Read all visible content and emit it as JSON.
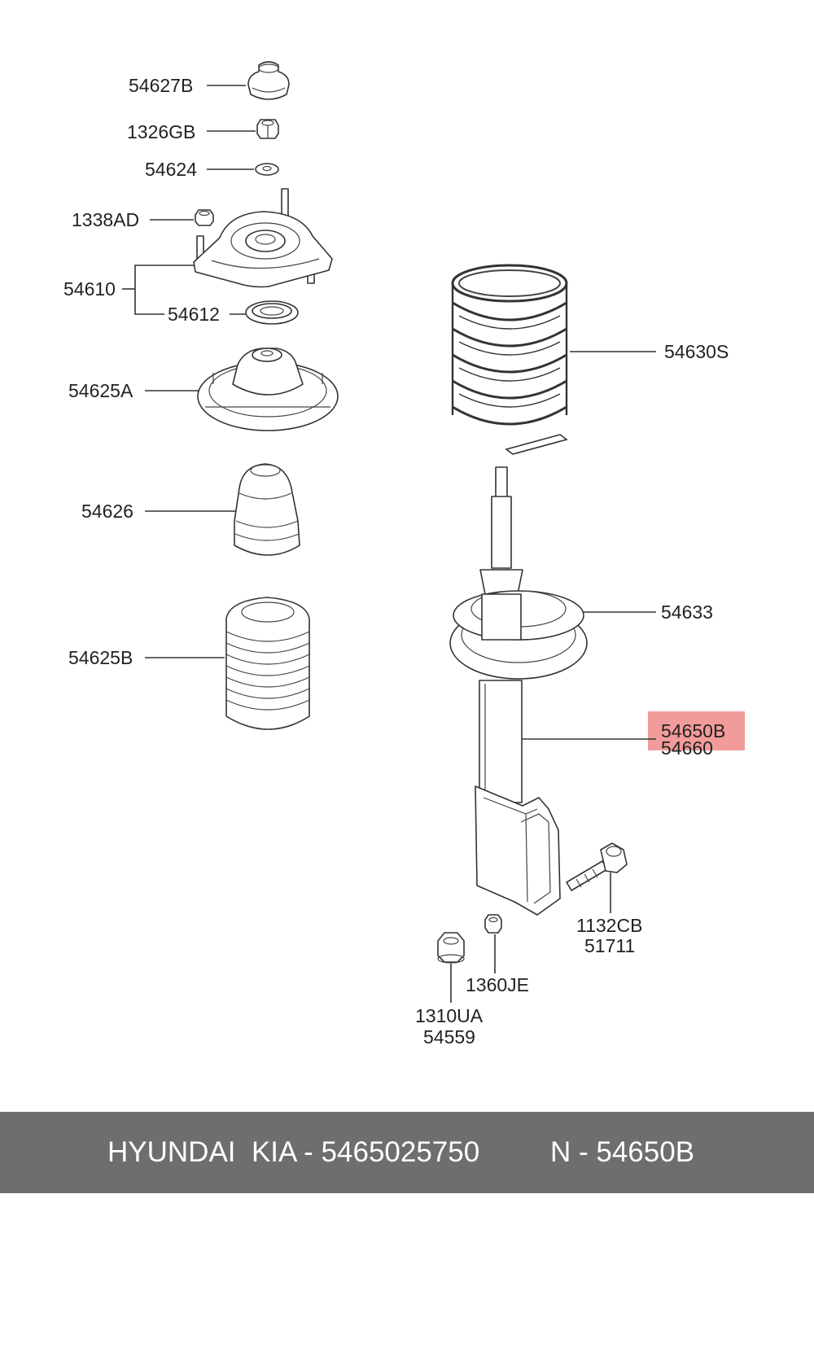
{
  "labels": {
    "l54627B": "54627B",
    "l1326GB": "1326GB",
    "l54624": "54624",
    "l1338AD": "1338AD",
    "l54610": "54610",
    "l54612": "54612",
    "l54625A": "54625A",
    "l54626": "54626",
    "l54625B": "54625B",
    "l54630S": "54630S",
    "l54633": "54633",
    "l54650B": "54650B",
    "l54660": "54660",
    "l1132CB": "1132CB",
    "l51711": "51711",
    "l1360JE": "1360JE",
    "l1310UA": "1310UA",
    "l54559": "54559"
  },
  "highlight_color": "#f08a8a",
  "footer": {
    "brand_part": "HYUNDAI  KIA - 5465025750",
    "oem_ref": "N - 54650B"
  }
}
